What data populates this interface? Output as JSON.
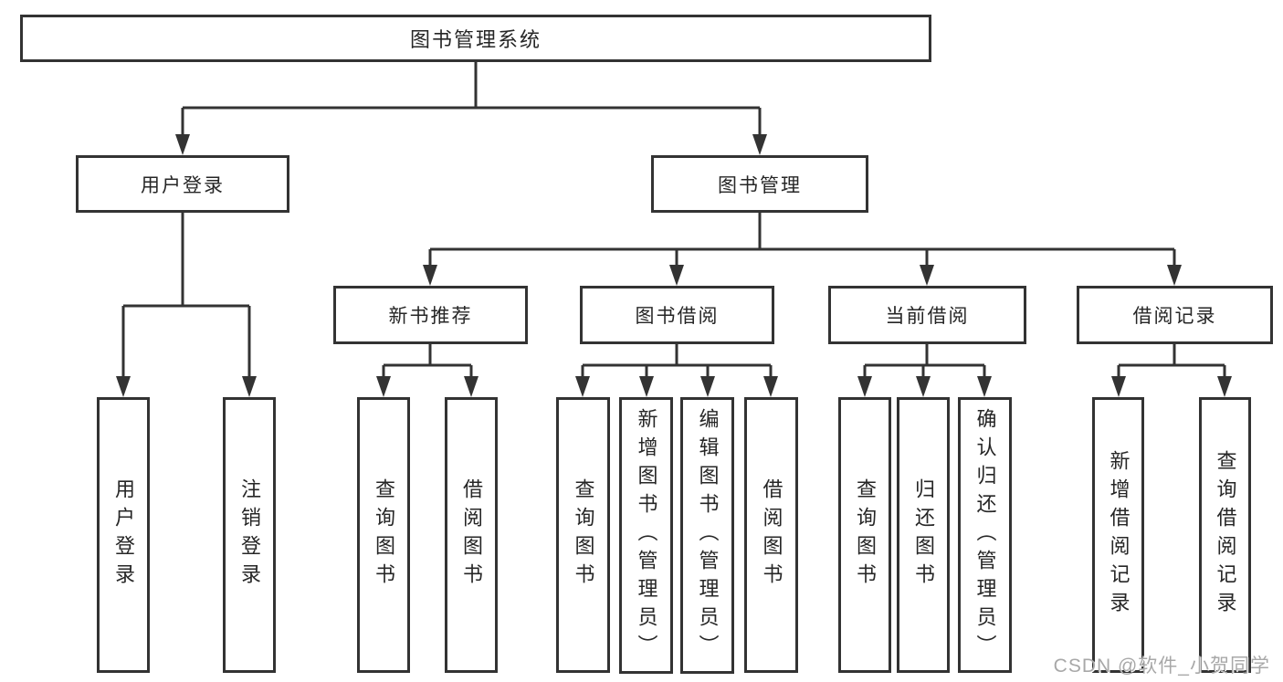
{
  "diagram": {
    "root": {
      "label": "图书管理系统"
    },
    "level2": [
      {
        "label": "用户登录",
        "children": [
          {
            "label": "用户登录"
          },
          {
            "label": "注销登录"
          }
        ]
      },
      {
        "label": "图书管理",
        "children": [
          {
            "label": "新书推荐",
            "children": [
              {
                "label": "查询图书"
              },
              {
                "label": "借阅图书"
              }
            ]
          },
          {
            "label": "图书借阅",
            "children": [
              {
                "label": "查询图书"
              },
              {
                "label": "新增图书（管理员）"
              },
              {
                "label": "编辑图书（管理员）"
              },
              {
                "label": "借阅图书"
              }
            ]
          },
          {
            "label": "当前借阅",
            "children": [
              {
                "label": "查询图书"
              },
              {
                "label": "归还图书"
              },
              {
                "label": "确认归还（管理员）"
              }
            ]
          },
          {
            "label": "借阅记录",
            "children": [
              {
                "label": "新增借阅记录"
              },
              {
                "label": "查询借阅记录"
              }
            ]
          }
        ]
      }
    ]
  },
  "watermark": {
    "text": "CSDN @软件_小贺同学"
  },
  "colors": {
    "line": "#333333",
    "box_border": "#333333",
    "box_background": "#ffffff",
    "text": "#262626",
    "watermark": "#a8a8a8",
    "background": "#ffffff"
  }
}
